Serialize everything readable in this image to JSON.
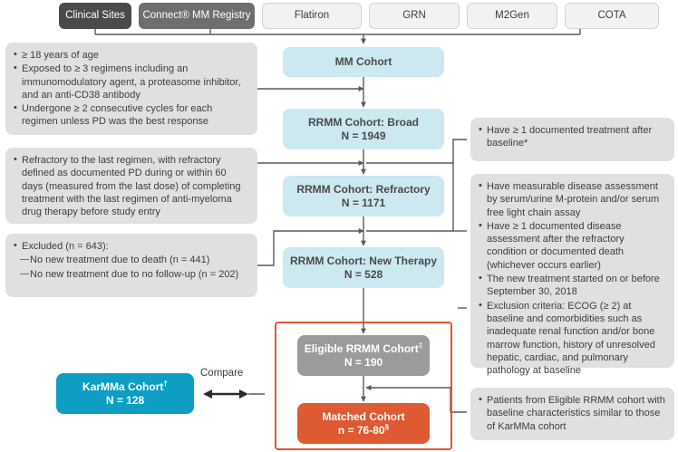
{
  "sources": [
    {
      "label": "Clinical Sites",
      "style": "dark"
    },
    {
      "label": "Connect® MM Registry",
      "style": "mid"
    },
    {
      "label": "Flatiron",
      "style": "light"
    },
    {
      "label": "GRN",
      "style": "light"
    },
    {
      "label": "M2Gen",
      "style": "light"
    },
    {
      "label": "COTA",
      "style": "light"
    }
  ],
  "cohorts": {
    "mm": {
      "title": "MM Cohort",
      "count": ""
    },
    "broad": {
      "title": "RRMM Cohort: Broad",
      "count": "N = 1949"
    },
    "refractory": {
      "title": "RRMM Cohort: Refractory",
      "count": "N = 1171"
    },
    "new_therapy": {
      "title": "RRMM Cohort: New Therapy",
      "count": "N = 528"
    },
    "eligible": {
      "title": "Eligible RRMM Cohort",
      "marker": "‡",
      "count": "N = 190"
    },
    "matched": {
      "title": "Matched Cohort",
      "count_prefix": "n = 76-80",
      "marker": "§"
    },
    "karmma": {
      "title": "KarMMa Cohort",
      "marker": "†",
      "count": "N = 128"
    }
  },
  "compare": {
    "label": "Compare"
  },
  "notes": {
    "left_inclusion": [
      "≥ 18 years of age",
      "Exposed to ≥ 3 regimens including an immunomodulatory agent, a proteasome inhibitor, and an anti-CD38 antibody",
      "Undergone ≥ 2 consecutive cycles for each regimen unless PD was the best response"
    ],
    "left_refractory": [
      "Refractory to the last regimen, with refractory defined as documented PD during or within 60 days (measured from the last dose) of completing treatment with the last regimen of anti-myeloma drug therapy before study entry"
    ],
    "left_excluded": {
      "heading": "Excluded (n = 643):",
      "sub_items": [
        "No new treatment due to death (n = 441)",
        "No new treatment due to no follow-up (n = 202)"
      ]
    },
    "right_treatment": [
      "Have ≥ 1 documented treatment after baseline*"
    ],
    "right_criteria": [
      "Have measurable disease assessment by serum/urine M-protein and/or serum free light chain assay",
      "Have ≥ 1 documented disease assessment after the refractory condition or documented death (whichever occurs earlier)",
      "The new treatment started on or before September 30, 2018",
      "Exclusion criteria: ECOG (≥ 2) at baseline and comorbidities such as inadequate renal function and/or bone marrow function, history of unresolved hepatic, cardiac, and pulmonary pathology at baseline"
    ],
    "right_matched": [
      "Patients from Eligible RRMM cohort with baseline characteristics similar to those of KarMMa cohort"
    ]
  },
  "colors": {
    "cohort_blue": "#cce8f0",
    "cohort_gray": "#9b9b9b",
    "matched_orange": "#dd5a32",
    "karmma_teal": "#0e9ec4",
    "highlight_border": "#e4552b",
    "note_gray": "#e2e0de",
    "source_dark": "#4a4a4a",
    "source_mid": "#6e6e6e",
    "connector": "#5a5a5a"
  }
}
